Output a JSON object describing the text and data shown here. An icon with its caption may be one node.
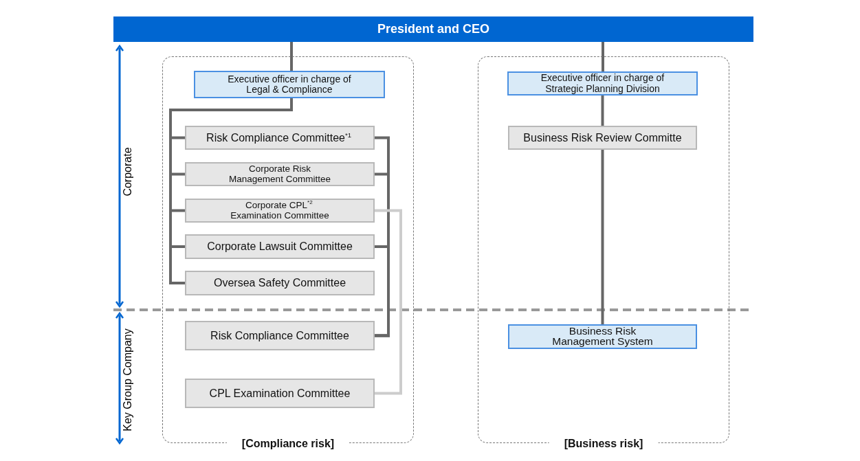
{
  "diagram": {
    "nodes": [
      {
        "text": [
          "President and CEO"
        ]
      },
      {
        "text": [
          "[Compliance risk]"
        ]
      },
      {
        "text": [
          "Executive officer in charge of Legal & Compliance"
        ],
        "in": 1
      },
      {
        "text": [
          "Risk Compliance Committee$^{*1}$"
        ],
        "in": 1
      },
      {
        "text": [
          "Corporate Risk Management Committee"
        ],
        "in": 1
      },
      {
        "text": [
          "Corporate CPL$^{*2}$ Examination Committee"
        ],
        "in": 1
      },
      {
        "text": [
          "Corporate Lawsuit Committee"
        ],
        "in": 1
      },
      {
        "text": [
          "Oversea Safety Committee"
        ],
        "in": 1
      },
      {
        "text": [
          "Risk Compliance Committee"
        ],
        "in": 1
      },
      {
        "text": [
          "CPL Examination Committee"
        ],
        "in": 1
      },
      {
        "text": [
          "[Business risk]"
        ]
      },
      {
        "text": [
          "Executive officer in charge of Strategic Planning Division"
        ],
        "in": 10
      },
      {
        "text": [
          "Business Risk Review Committe"
        ],
        "in": 10
      },
      {
        "text": [
          "Business Risk Management System"
        ],
        "in": 10
      }
    ],
    "edges": [
      {
        "from": 0,
        "to": 2,
        "arrow": "none"
      },
      {
        "from": 2,
        "to": 3,
        "arrow": "none"
      },
      {
        "from": 2,
        "to": 4,
        "arrow": "none"
      },
      {
        "from": 2,
        "to": 5,
        "arrow": "none"
      },
      {
        "from": 2,
        "to": 6,
        "arrow": "none"
      },
      {
        "from": 2,
        "to": 7,
        "arrow": "none"
      },
      {
        "from": 3,
        "to": 8,
        "arrow": "none"
      },
      {
        "from": 4,
        "to": 8,
        "arrow": "none"
      },
      {
        "from": 6,
        "to": 8,
        "arrow": "none"
      },
      {
        "from": 5,
        "to": 9,
        "arrow": "none",
        "color": "#cccccc"
      },
      {
        "from": 0,
        "to": 11,
        "arrow": "none"
      },
      {
        "from": 11,
        "to": 12,
        "arrow": "none"
      },
      {
        "from": 12,
        "to": 13,
        "arrow": "none"
      }
    ],
    "labels": [
      "Corporate",
      "Key Group Company"
    ]
  }
}
